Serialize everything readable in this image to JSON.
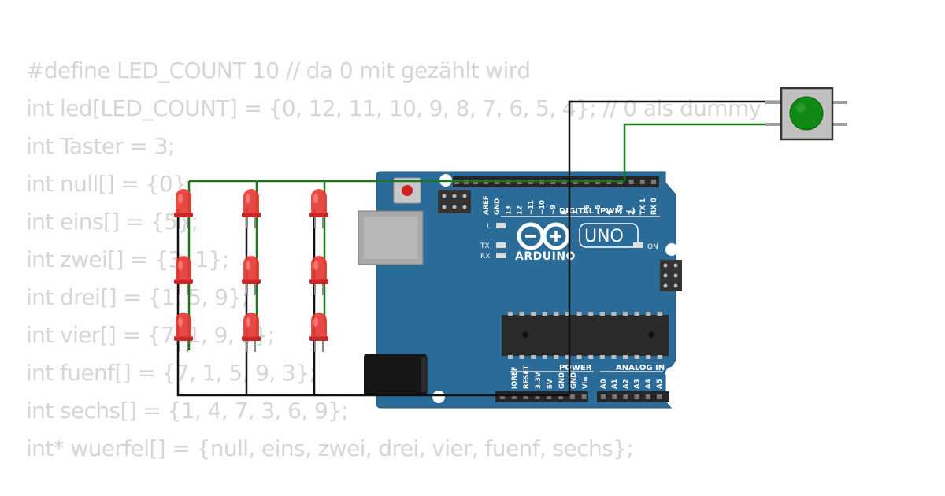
{
  "code_lines": [
    "#define LED_COUNT 10 // da 0 mit gezählt wird",
    "int led[LED_COUNT] = {0, 12, 11, 10, 9, 8, 7, 6, 5, 4}; // 0 als dummy",
    "int Taster = 3;",
    "int null[] = {0};",
    "int eins[] = {5};",
    "int zwei[] = {3, 1};",
    "int drei[] = {1, 5, 9};",
    "int vier[] = {7, 1, 9, 3};",
    "int fuenf[] = {7, 1, 5, 9, 3};",
    "int sechs[] = {1, 4, 7, 3, 6, 9};",
    "int* wuerfel[] = {null, eins, zwei, drei, vier, fuenf, sechs};"
  ],
  "board": {
    "model": "UNO",
    "brand": "ARDUINO",
    "digital_label": "DIGITAL (PWM ~)",
    "power_label": "POWER",
    "analog_label": "ANALOG IN",
    "digital_pins": [
      "AREF",
      "GND",
      "13",
      "12",
      "~11",
      "~10",
      "~9",
      "8",
      "7",
      "~6",
      "~5",
      "4",
      "~3",
      "2",
      "TX 1",
      "RX 0"
    ],
    "power_pins": [
      "IOREF",
      "RESET",
      "3.3V",
      "5V",
      "GND",
      "GND",
      "Vin"
    ],
    "analog_pins": [
      "A0",
      "A1",
      "A2",
      "A3",
      "A4",
      "A5"
    ],
    "led_l": "L",
    "led_tx": "TX",
    "led_rx": "RX",
    "led_on": "ON"
  },
  "colors": {
    "board_blue": "#2b6b98",
    "wire_green": "#1a7a1a",
    "wire_black": "#111111",
    "led_red": "#e53935",
    "button_green": "#118811",
    "code_gray": "#d6d6d6"
  }
}
